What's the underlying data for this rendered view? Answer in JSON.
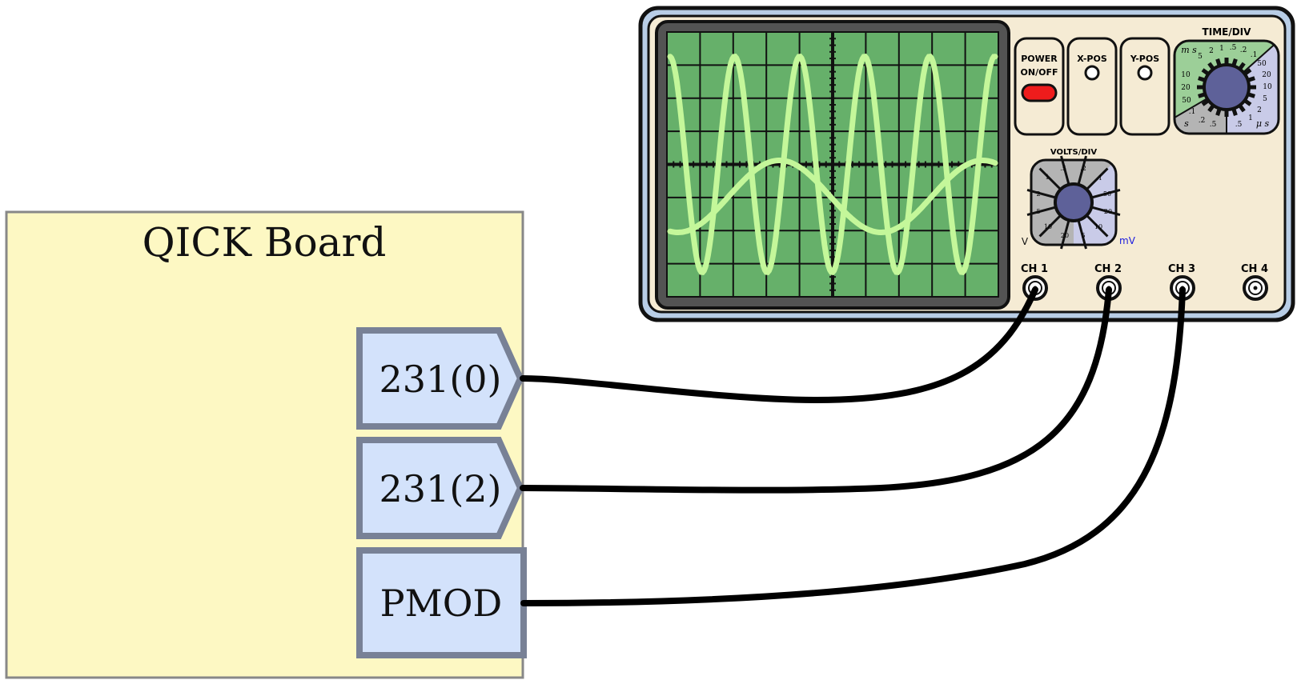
{
  "board": {
    "title": "QICK Board",
    "ports": [
      {
        "label": "231(0)"
      },
      {
        "label": "231(2)"
      },
      {
        "label": "PMOD"
      }
    ]
  },
  "scope": {
    "power_label_1": "POWER",
    "power_label_2": "ON/OFF",
    "xpos_label": "X-POS",
    "ypos_label": "Y-POS",
    "time_div_label": "TIME/DIV",
    "time_unit_ms": "m s",
    "time_unit_s": "s",
    "time_unit_us": "μ s",
    "time_ms_ticks": [
      "5",
      "2",
      "1",
      ".5",
      ".2",
      ".1"
    ],
    "time_ms_left_ticks": [
      "10",
      "20",
      "50"
    ],
    "time_s_ticks": [
      ".1",
      ".2",
      ".5"
    ],
    "time_us_ticks": [
      "50",
      "20",
      "10",
      "5",
      "2",
      "1",
      ".5"
    ],
    "volts_div_label": "VOLTS/DIV",
    "volts_unit_v": "V",
    "volts_unit_mv": "mV",
    "volts_v_ticks": [
      "1",
      ".5",
      ".2",
      ".1",
      "2",
      "5",
      "10",
      "20"
    ],
    "volts_mv_ticks": [
      "50",
      "20",
      "10",
      "5"
    ],
    "channels": [
      "CH 1",
      "CH 2",
      "CH 3",
      "CH 4"
    ]
  },
  "colors": {
    "board_fill": "#fdf8c3",
    "port_fill": "#d3e2fb",
    "port_border": "#788196",
    "scope_body": "#f5ebd4",
    "scope_frame": "#b8cde6",
    "screen_green": "#66b06a",
    "trace_green": "#c4f79a",
    "power_red": "#ee1c1c",
    "dial_knob": "#5e6199",
    "time_ms_zone": "#9ccf98",
    "time_s_zone": "#b4b4b4",
    "time_us_zone": "#c9cbe8",
    "mv_color": "#1a1adf"
  }
}
